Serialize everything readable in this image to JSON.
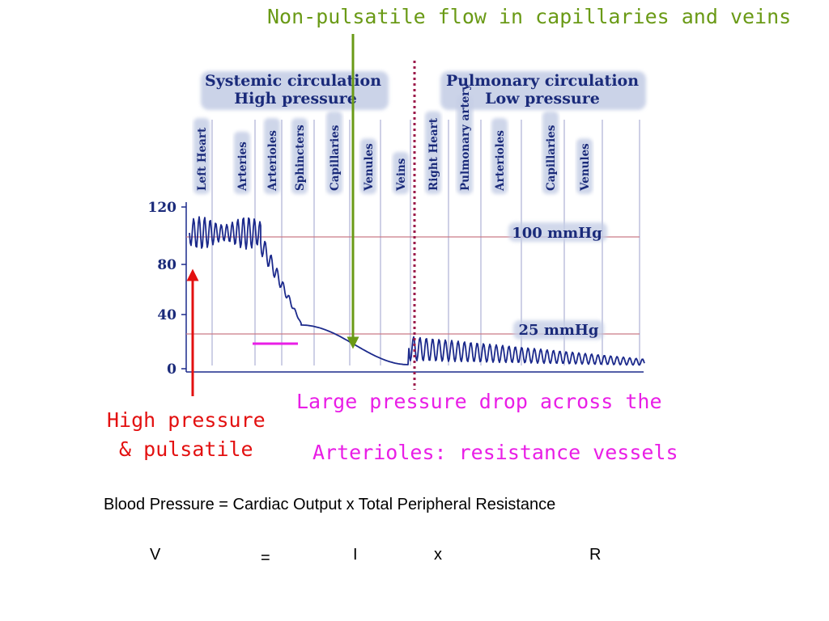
{
  "annotations": {
    "top": "Non-pulsatile flow in capillaries and veins",
    "drop_line1": "Large pressure drop across the",
    "drop_line2": "Arterioles: resistance vessels",
    "pulse_line1": "High pressure",
    "pulse_line2": "& pulsatile"
  },
  "headers": {
    "systemic_line1": "Systemic circulation",
    "systemic_line2": "High pressure",
    "pulmonary_line1": "Pulmonary circulation",
    "pulmonary_line2": "Low pressure"
  },
  "vessels": {
    "systemic": [
      "Left Heart",
      "Arteries",
      "Arterioles",
      "Sphincters",
      "Capillaries",
      "Venules",
      "Veins"
    ],
    "pulmonary": [
      "Right Heart",
      "Pulmonary artery",
      "Arterioles",
      "Capillaries",
      "Venules"
    ]
  },
  "y_axis": {
    "ticks": [
      "120",
      "80",
      "40",
      "0"
    ]
  },
  "reference_lines": {
    "high": "100 mmHg",
    "low": "25 mmHg"
  },
  "formula": {
    "text": "Blood Pressure = Cardiac Output x Total Peripheral Resistance",
    "v": "V",
    "eq": "=",
    "i": "I",
    "x": "x",
    "r": "R"
  },
  "colors": {
    "top_note": "#6a9a16",
    "drop_note": "#e91ee6",
    "pulse_note": "#e31010",
    "trace": "#1c2a8c",
    "divider": "#9b1a4a",
    "ref_line": "#c97a86"
  }
}
